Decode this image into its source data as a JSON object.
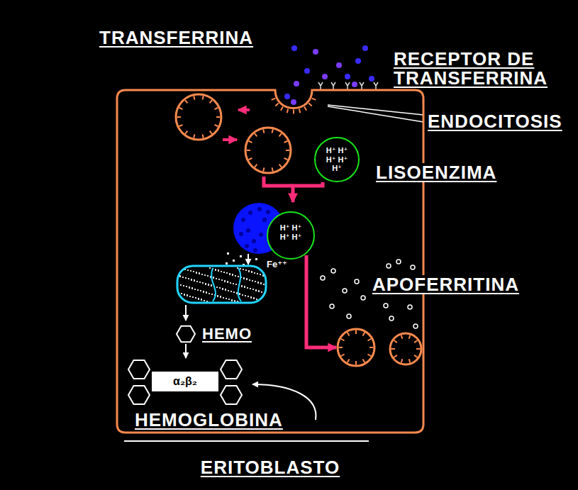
{
  "diagram": {
    "nodes": [
      {
        "text": [
          "ERITOBLASTO"
        ]
      },
      {
        "text": [
          "H⁺ H⁺ H⁺ H⁺ H⁺"
        ],
        "in": 0
      },
      {
        "text": [
          "H⁺ H⁺ H⁺ H⁺"
        ],
        "in": 0
      },
      {
        "text": [
          "HEMO"
        ],
        "in": 0
      },
      {
        "text": [
          "α₂β₂"
        ],
        "in": 0
      }
    ],
    "edges": [
      {
        "from": 1,
        "to": 2,
        "arrow": "to"
      },
      {
        "from": 3,
        "to": 4,
        "arrow": "to"
      }
    ],
    "labels": [
      "TRANSFERRINA",
      "RECEPTOR DE TRANSFERRINA",
      "ENDOCITOSIS",
      "LISOENZIMA",
      "APOFERRITINA",
      "Fe⁺⁺",
      "HEMOGLOBINA"
    ]
  }
}
